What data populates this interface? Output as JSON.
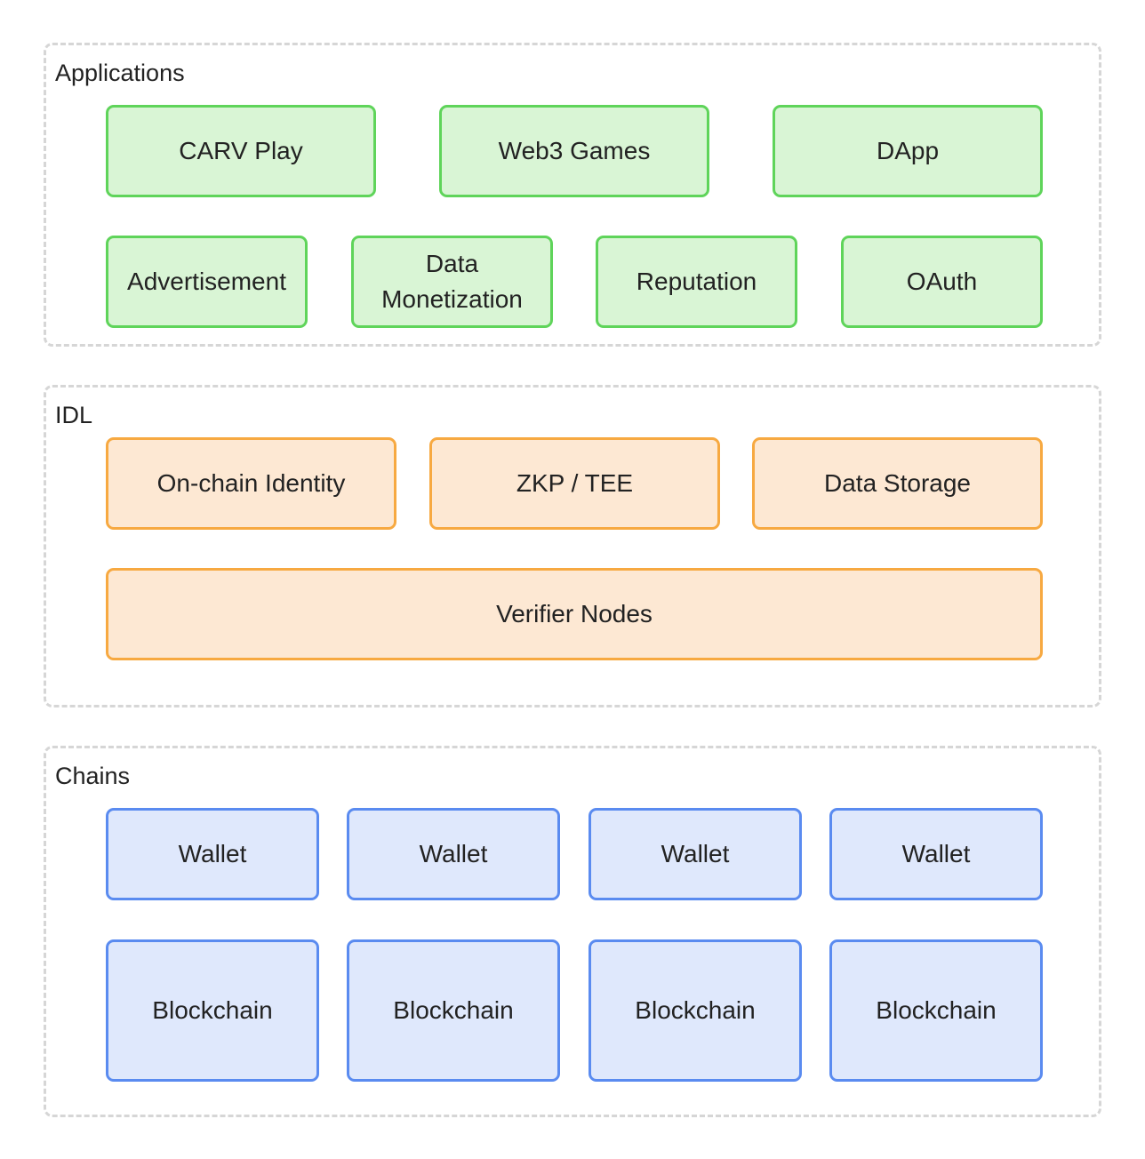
{
  "groups": {
    "applications": {
      "title": "Applications",
      "nodes": [
        "CARV Play",
        "Web3 Games",
        "DApp",
        "Advertisement",
        "Data\nMonetization",
        "Reputation",
        "OAuth"
      ]
    },
    "idl": {
      "title": "IDL",
      "nodes": [
        "On-chain Identity",
        "ZKP / TEE",
        "Data Storage",
        "Verifier Nodes"
      ]
    },
    "chains": {
      "title": "Chains",
      "nodes": [
        "Wallet",
        "Wallet",
        "Wallet",
        "Wallet",
        "Blockchain",
        "Blockchain",
        "Blockchain",
        "Blockchain"
      ]
    }
  },
  "colors": {
    "applications_fill": "#d9f5d5",
    "applications_stroke": "#5fd45a",
    "idl_fill": "#fde8d3",
    "idl_stroke": "#f7a941",
    "chains_fill": "#dfe8fc",
    "chains_stroke": "#5a8bf0",
    "group_border": "#d6d6d6"
  }
}
